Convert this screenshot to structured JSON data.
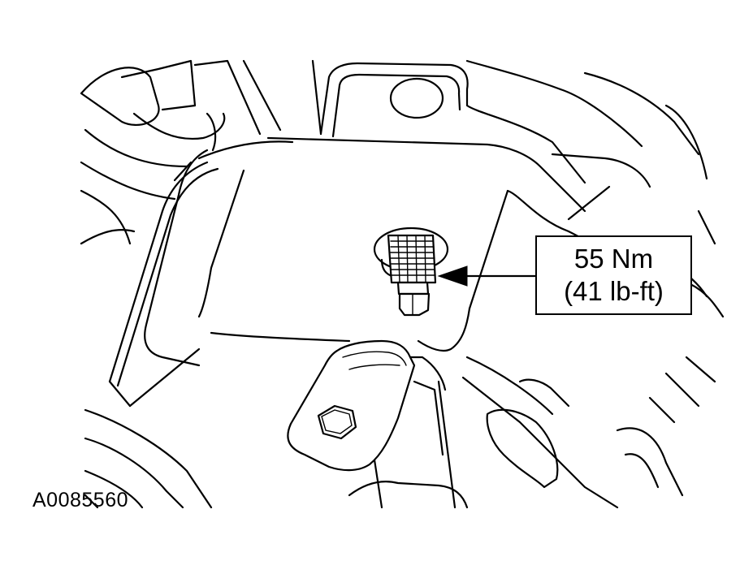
{
  "callout": {
    "torque_metric": "55 Nm",
    "torque_imperial": "(41 lb-ft)"
  },
  "figure_id": "A0085560",
  "icons": [
    "stud-bolt-icon",
    "hex-bolt-icon",
    "arrow-icon"
  ],
  "colors": {
    "line": "#000000",
    "background": "#ffffff"
  }
}
